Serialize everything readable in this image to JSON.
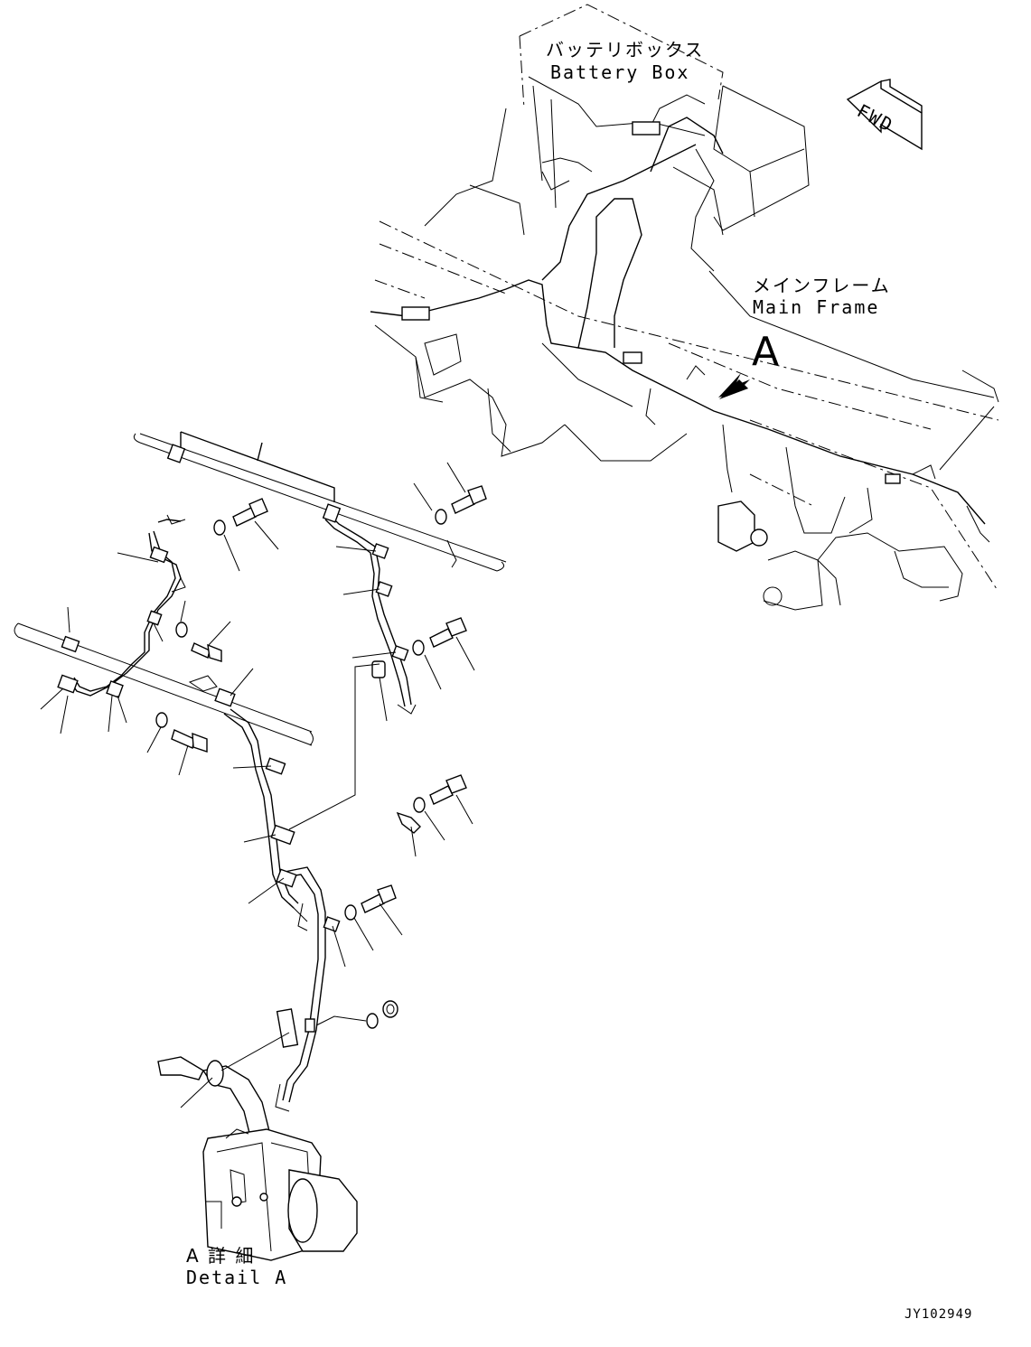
{
  "labels": {
    "battery_box_jp": "バッテリボックス",
    "battery_box_en": "Battery Box",
    "fwd": "FWD",
    "main_frame_jp": "メインフレーム",
    "main_frame_en": "Main Frame",
    "view_a": "A",
    "detail_a_jp": "A 詳 細",
    "detail_a_en": "Detail A",
    "drawing_number": "JY102949"
  }
}
